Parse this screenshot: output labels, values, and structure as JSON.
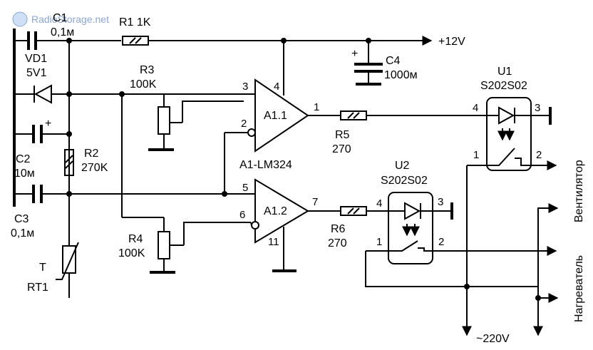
{
  "watermark": {
    "text": "RadioStorage.net"
  },
  "components": {
    "c1": {
      "name": "C1",
      "value": "0,1м"
    },
    "r1": {
      "name": "R1 1K"
    },
    "vd1": {
      "name": "VD1",
      "value": "5V1"
    },
    "r3": {
      "name": "R3",
      "value": "100K"
    },
    "c4": {
      "name": "C4",
      "value": "1000м",
      "plus": "+"
    },
    "c2": {
      "name": "C2",
      "value": "10м",
      "plus": "+"
    },
    "r2": {
      "name": "R2",
      "value": "270K"
    },
    "c3": {
      "name": "C3",
      "value": "0,1м"
    },
    "rt1": {
      "name": "RT1",
      "value": "T"
    },
    "r4": {
      "name": "R4",
      "value": "100K"
    },
    "a11": {
      "name": "A1.1"
    },
    "a12": {
      "name": "A1.2"
    },
    "a1": {
      "name": "A1-LM324"
    },
    "r5": {
      "name": "R5",
      "value": "270"
    },
    "r6": {
      "name": "R6",
      "value": "270"
    },
    "u1": {
      "name": "U1",
      "value": "S202S02"
    },
    "u2": {
      "name": "U2",
      "value": "S202S02"
    }
  },
  "pins": {
    "a11_p3": "3",
    "a11_p4": "4",
    "a11_p2": "2",
    "a11_p1": "1",
    "a12_p5": "5",
    "a12_p6": "6",
    "a12_p11": "11",
    "a12_p7": "7",
    "u1_p4": "4",
    "u1_p3": "3",
    "u1_p1": "1",
    "u1_p2": "2",
    "u2_p4": "4",
    "u2_p3": "3",
    "u2_p1": "1",
    "u2_p2": "2"
  },
  "nets": {
    "supply": "+12V",
    "mains": "~220V",
    "fan": "Вентилятор",
    "heater": "Нагреватель"
  }
}
